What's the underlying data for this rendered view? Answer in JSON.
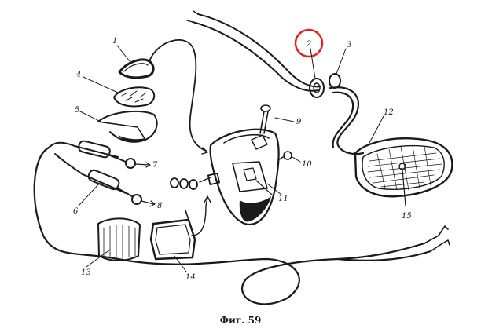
{
  "caption": "Фиг. 59",
  "labels": {
    "p1": "1",
    "p2": "2",
    "p3": "3",
    "p4": "4",
    "p5": "5",
    "p6": "6",
    "p7": "7",
    "p8": "8",
    "p9": "9",
    "p10": "10",
    "p11": "11",
    "p12": "12",
    "p13": "13",
    "p14": "14",
    "p15": "15"
  },
  "colors": {
    "ink": "#1a1a1a",
    "highlight": "#e02020"
  }
}
